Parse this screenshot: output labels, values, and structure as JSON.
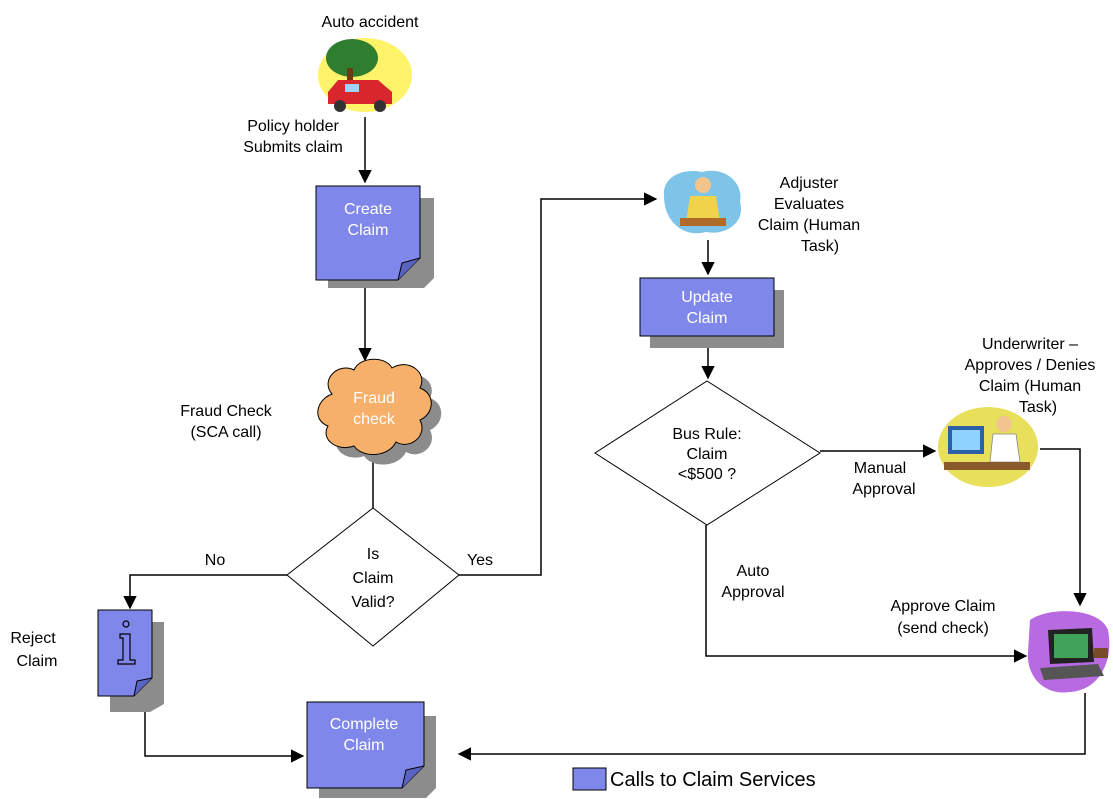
{
  "colors": {
    "box_fill": "#7f88ea",
    "box_shadow": "#8c8c8c",
    "cloud_fill": "#f7b06a",
    "line": "#000000"
  },
  "nodes": {
    "auto_accident": {
      "label": "Auto accident",
      "icon": "car-accident-icon"
    },
    "create_claim": {
      "line1": "Create",
      "line2": "Claim"
    },
    "fraud_check": {
      "line1": "Fraud",
      "line2": "check"
    },
    "is_claim_valid": {
      "line1": "Is",
      "line2": "Claim",
      "line3": "Valid?"
    },
    "adjuster": {
      "icon": "adjuster-person-icon"
    },
    "update_claim": {
      "line1": "Update",
      "line2": "Claim"
    },
    "bus_rule": {
      "line1": "Bus Rule:",
      "line2": "Claim",
      "line3": "<$500 ?"
    },
    "underwriter": {
      "icon": "underwriter-person-icon"
    },
    "approve_claim": {
      "icon": "laptop-money-icon"
    },
    "reject_claim": {
      "icon": "info-document-icon"
    },
    "complete_claim": {
      "line1": "Complete",
      "line2": "Claim"
    }
  },
  "labels": {
    "policy_holder_1": "Policy holder",
    "policy_holder_2": "Submits claim",
    "fraud_check_1": "Fraud Check",
    "fraud_check_2": "(SCA call)",
    "no": "No",
    "yes": "Yes",
    "reject_1": "Reject",
    "reject_2": "Claim",
    "adjuster_1": "Adjuster",
    "adjuster_2": "Evaluates",
    "adjuster_3": "Claim (Human",
    "adjuster_4": "Task)",
    "underwriter_1": "Underwriter –",
    "underwriter_2": "Approves / Denies",
    "underwriter_3": "Claim (Human",
    "underwriter_4": "Task)",
    "manual_1": "Manual",
    "manual_2": "Approval",
    "auto_1": "Auto",
    "auto_2": "Approval",
    "approve_1": "Approve Claim",
    "approve_2": "(send check)"
  },
  "legend": {
    "label": "Calls to Claim Services"
  }
}
